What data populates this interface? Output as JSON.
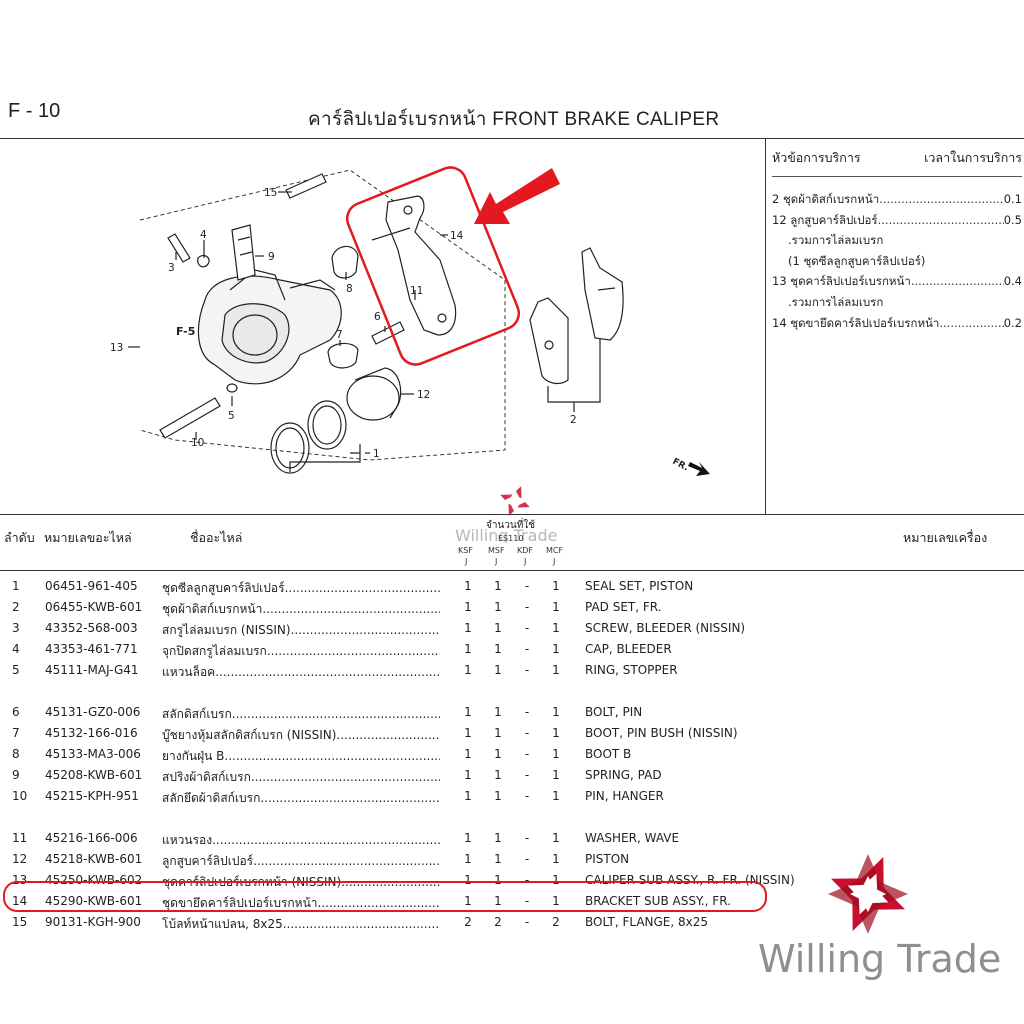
{
  "header": {
    "code": "F - 10",
    "title": "คาร์ลิปเปอร์เบรกหน้า  FRONT BRAKE CALIPER"
  },
  "service": {
    "col_topic": "หัวข้อการบริการ",
    "col_time": "เวลาในการบริการ",
    "rows": [
      {
        "label": "2 ชุดผ้าดิสก์เบรกหน้า ",
        "value": "0.1"
      },
      {
        "label": "12 ลูกสูบคาร์ลิปเปอร์ ",
        "value": "0.5"
      },
      {
        "sub": ".รวมการไล่ลมเบรก"
      },
      {
        "sub": "(1 ชุดซีลลูกสูบคาร์ลิปเปอร์)"
      },
      {
        "label": "13 ชุดคาร์ลิปเปอร์เบรกหน้า ",
        "value": "0.4"
      },
      {
        "sub": ".รวมการไล่ลมเบรก"
      },
      {
        "label": "14 ชุดขายึดคาร์ลิปเปอร์เบรกหน้า",
        "value": "0.2"
      }
    ]
  },
  "diagram": {
    "callouts": [
      "1",
      "2",
      "3",
      "4",
      "5",
      "6",
      "7",
      "8",
      "9",
      "10",
      "11",
      "12",
      "13",
      "14",
      "15"
    ],
    "ref_label": "F-5",
    "fr_label": "FR."
  },
  "table": {
    "col_no": "ลำดับ",
    "col_pn": "หมายเลขอะไหล่",
    "col_name": "ชื่ออะไหล่",
    "col_qty": "จำนวนที่ใช้",
    "col_engine": "หมายเลขเครื่อง",
    "qty_model": "ES110",
    "qty_cols": [
      "KSF",
      "MSF",
      "KDF",
      "MCF"
    ],
    "qty_sub": "J",
    "rows": [
      {
        "no": "1",
        "pn": "06451-961-405",
        "th": "ชุดซีลลูกสูบคาร์ลิปเปอร์",
        "q": [
          "1",
          "1",
          "-",
          "1"
        ],
        "en": "SEAL SET, PISTON"
      },
      {
        "no": "2",
        "pn": "06455-KWB-601",
        "th": "ชุดผ้าดิสก์เบรกหน้า",
        "q": [
          "1",
          "1",
          "-",
          "1"
        ],
        "en": "PAD SET, FR."
      },
      {
        "no": "3",
        "pn": "43352-568-003",
        "th": "สกรูไล่ลมเบรก (NISSIN)",
        "q": [
          "1",
          "1",
          "-",
          "1"
        ],
        "en": "SCREW, BLEEDER (NISSIN)"
      },
      {
        "no": "4",
        "pn": "43353-461-771",
        "th": "จุกปิดสกรูไล่ลมเบรก",
        "q": [
          "1",
          "1",
          "-",
          "1"
        ],
        "en": "CAP, BLEEDER"
      },
      {
        "no": "5",
        "pn": "45111-MAJ-G41",
        "th": "แหวนล็อค",
        "q": [
          "1",
          "1",
          "-",
          "1"
        ],
        "en": "RING, STOPPER"
      },
      {
        "no": "6",
        "pn": "45131-GZ0-006",
        "th": "สลักดิสก์เบรก",
        "q": [
          "1",
          "1",
          "-",
          "1"
        ],
        "en": "BOLT, PIN"
      },
      {
        "no": "7",
        "pn": "45132-166-016",
        "th": "บู๊ชยางหุ้มสลักดิสก์เบรก (NISSIN)",
        "q": [
          "1",
          "1",
          "-",
          "1"
        ],
        "en": "BOOT, PIN BUSH (NISSIN)"
      },
      {
        "no": "8",
        "pn": "45133-MA3-006",
        "th": "ยางกันฝุ่น B",
        "q": [
          "1",
          "1",
          "-",
          "1"
        ],
        "en": "BOOT B"
      },
      {
        "no": "9",
        "pn": "45208-KWB-601",
        "th": "สปริงผ้าดิสก์เบรก",
        "q": [
          "1",
          "1",
          "-",
          "1"
        ],
        "en": "SPRING, PAD"
      },
      {
        "no": "10",
        "pn": "45215-KPH-951",
        "th": "สลักยึดผ้าดิสก์เบรก",
        "q": [
          "1",
          "1",
          "-",
          "1"
        ],
        "en": "PIN, HANGER"
      },
      {
        "no": "11",
        "pn": "45216-166-006",
        "th": "แหวนรอง",
        "q": [
          "1",
          "1",
          "-",
          "1"
        ],
        "en": "WASHER, WAVE"
      },
      {
        "no": "12",
        "pn": "45218-KWB-601",
        "th": "ลูกสูบคาร์ลิปเปอร์",
        "q": [
          "1",
          "1",
          "-",
          "1"
        ],
        "en": "PISTON"
      },
      {
        "no": "13",
        "pn": "45250-KWB-602",
        "th": "ชุดคาร์ลิปเปอร์เบรกหน้า (NISSIN)",
        "q": [
          "1",
          "1",
          "-",
          "1"
        ],
        "en": "CALIPER SUB ASSY., R. FR. (NISSIN)"
      },
      {
        "no": "14",
        "pn": "45290-KWB-601",
        "th": "ชุดขายึดคาร์ลิปเปอร์เบรกหน้า",
        "q": [
          "1",
          "1",
          "-",
          "1"
        ],
        "en": "BRACKET SUB ASSY., FR."
      },
      {
        "no": "15",
        "pn": "90131-KGH-900",
        "th": "โบ้ลท์หน้าแปลน, 8x25",
        "q": [
          "2",
          "2",
          "-",
          "2"
        ],
        "en": "BOLT, FLANGE, 8x25"
      }
    ]
  },
  "watermark": {
    "small_text": "Willing Trade",
    "big_text": "Willing Trade"
  },
  "colors": {
    "highlight": "#e3191f",
    "watermark_red": "#c8102e"
  }
}
